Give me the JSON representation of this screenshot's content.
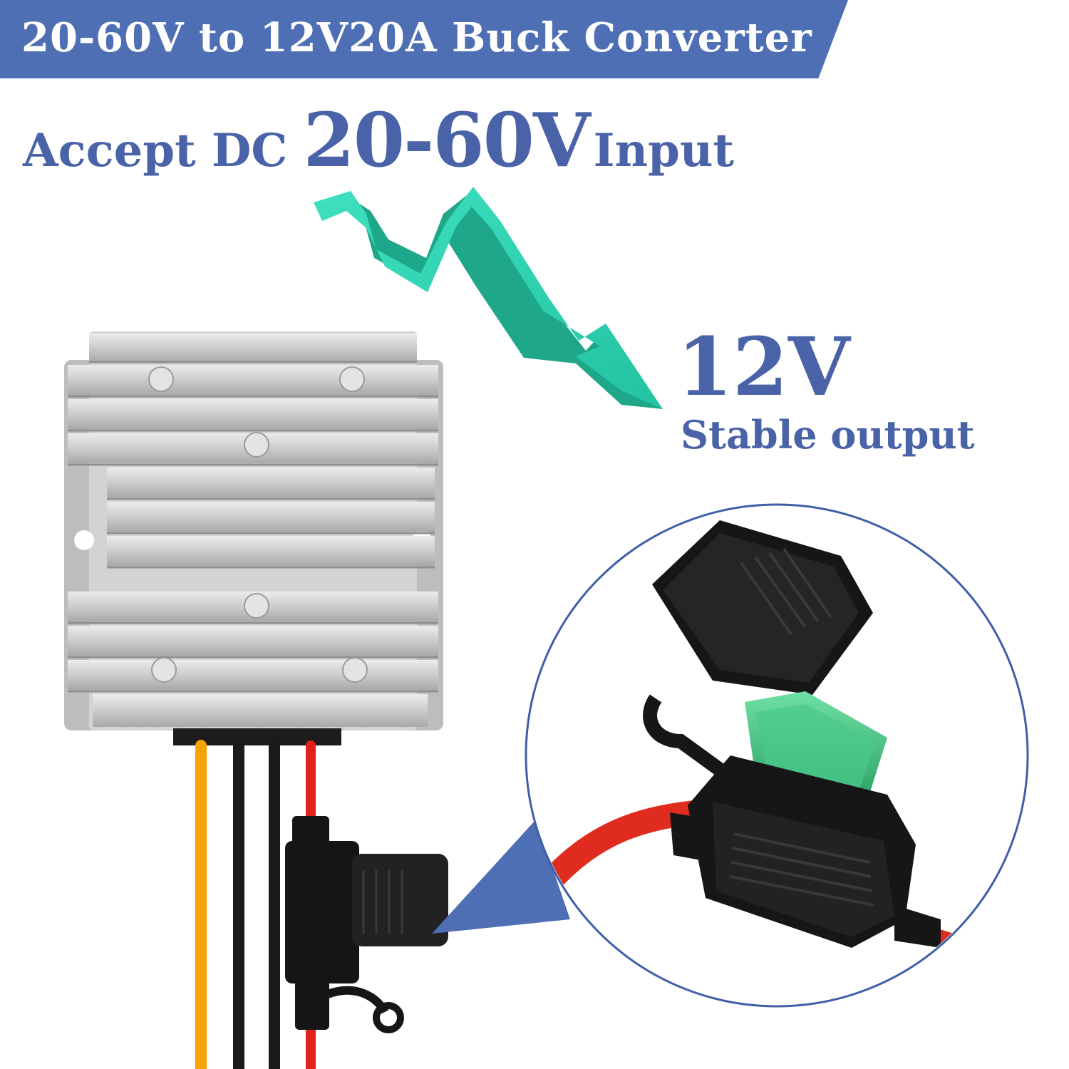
{
  "banner": {
    "title": "20-60V to 12V20A Buck Converter",
    "color": "#4f6fb5"
  },
  "input_spec": {
    "prefix": "Accept DC",
    "voltage": "20-60V",
    "suffix": "Input"
  },
  "output_spec": {
    "voltage": "12V",
    "label": "Stable output"
  },
  "colors": {
    "text_blue": "#4a62a8",
    "arrow_teal": "#2ed3b0",
    "heatsink_silver": "#cfcfcf",
    "fuse_green": "#3fbf7f",
    "wire_red": "#e0211c",
    "wire_yellow": "#f5a300",
    "wire_black": "#1a1a1a"
  },
  "icons": [
    "zigzag-arrow-icon",
    "buck-converter-module",
    "inline-fuse-holder",
    "fuse-closeup-magnifier"
  ]
}
